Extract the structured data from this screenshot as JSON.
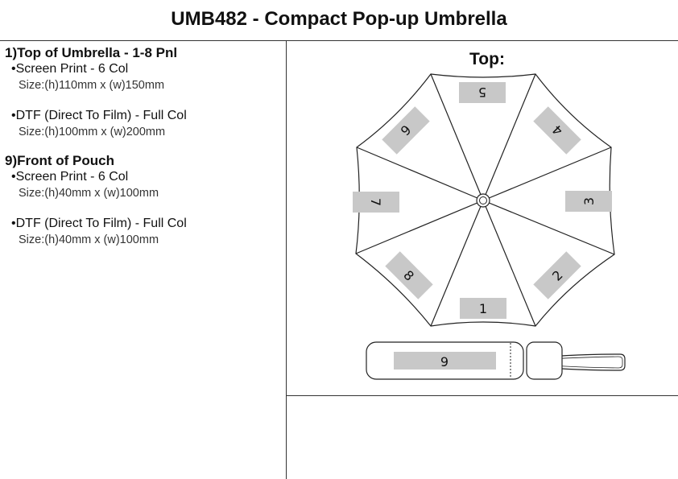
{
  "title": "UMB482 - Compact Pop-up Umbrella",
  "sections": [
    {
      "heading": "1)Top of Umbrella - 1-8 Pnl",
      "methods": [
        {
          "label": "Screen Print - 6 Col",
          "size": "Size:(h)110mm x (w)150mm"
        },
        {
          "label": "DTF (Direct To Film) - Full Col",
          "size": "Size:(h)100mm x (w)200mm"
        }
      ]
    },
    {
      "heading": "9)Front of Pouch",
      "methods": [
        {
          "label": "Screen Print - 6 Col",
          "size": "Size:(h)40mm x (w)100mm"
        },
        {
          "label": "DTF (Direct To Film) - Full Col",
          "size": "Size:(h)40mm x (w)100mm"
        }
      ]
    }
  ],
  "diagram": {
    "view_label": "Top:",
    "panels": [
      "1",
      "2",
      "3",
      "4",
      "5",
      "6",
      "7",
      "8"
    ],
    "pouch_label": "9",
    "print_area_color": "#c8c8c8"
  }
}
